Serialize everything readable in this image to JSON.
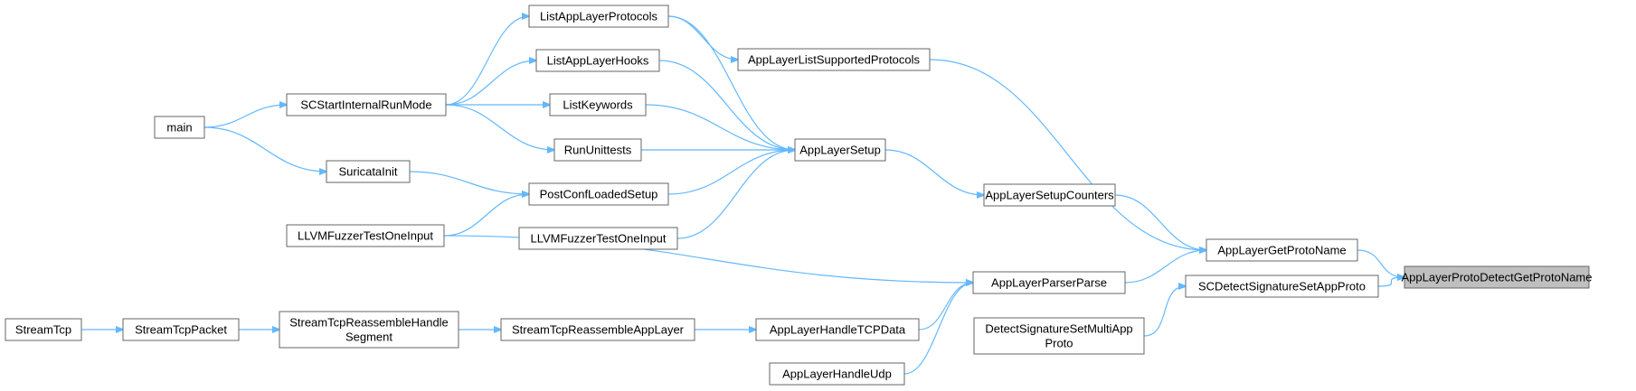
{
  "diagram": {
    "type": "call-graph",
    "colors": {
      "edge": "#63b8ff",
      "node_border": "#666666",
      "root_fill": "#bfbfbf",
      "node_fill": "#ffffff"
    },
    "nodes": [
      {
        "id": "n0",
        "label": "AppLayerProtoDetectGetProtoName",
        "root": true
      },
      {
        "id": "n1",
        "label": "AppLayerGetProtoName"
      },
      {
        "id": "n2",
        "label": "SCDetectSignatureSetAppProto"
      },
      {
        "id": "n3",
        "label": "AppLayerListSupportedProtocols"
      },
      {
        "id": "n4",
        "label": "AppLayerSetupCounters"
      },
      {
        "id": "n5",
        "label": "AppLayerParserParse"
      },
      {
        "id": "n6",
        "label": "DetectSignatureSetMultiApp\nProto"
      },
      {
        "id": "n7",
        "label": "ListAppLayerProtocols"
      },
      {
        "id": "n8",
        "label": "AppLayerSetup"
      },
      {
        "id": "n9",
        "label": "LLVMFuzzerTestOneInput"
      },
      {
        "id": "n10",
        "label": "AppLayerHandleTCPData"
      },
      {
        "id": "n11",
        "label": "AppLayerHandleUdp"
      },
      {
        "id": "n12",
        "label": "SCStartInternalRunMode"
      },
      {
        "id": "n13",
        "label": "ListAppLayerHooks"
      },
      {
        "id": "n14",
        "label": "ListKeywords"
      },
      {
        "id": "n15",
        "label": "RunUnittests"
      },
      {
        "id": "n16",
        "label": "PostConfLoadedSetup"
      },
      {
        "id": "n17",
        "label": "LLVMFuzzerTestOneInput"
      },
      {
        "id": "n18",
        "label": "StreamTcpReassembleAppLayer"
      },
      {
        "id": "n19",
        "label": "main"
      },
      {
        "id": "n20",
        "label": "SuricataInit"
      },
      {
        "id": "n21",
        "label": "StreamTcpReassembleHandle\nSegment"
      },
      {
        "id": "n22",
        "label": "StreamTcpPacket"
      },
      {
        "id": "n23",
        "label": "StreamTcp"
      }
    ],
    "edges": [
      {
        "from": "n1",
        "to": "n0"
      },
      {
        "from": "n2",
        "to": "n0"
      },
      {
        "from": "n3",
        "to": "n1"
      },
      {
        "from": "n4",
        "to": "n1"
      },
      {
        "from": "n5",
        "to": "n1"
      },
      {
        "from": "n6",
        "to": "n2"
      },
      {
        "from": "n7",
        "to": "n3"
      },
      {
        "from": "n8",
        "to": "n4"
      },
      {
        "from": "n9",
        "to": "n5"
      },
      {
        "from": "n10",
        "to": "n5"
      },
      {
        "from": "n11",
        "to": "n5"
      },
      {
        "from": "n7",
        "to": "n8"
      },
      {
        "from": "n13",
        "to": "n8"
      },
      {
        "from": "n14",
        "to": "n8"
      },
      {
        "from": "n15",
        "to": "n8"
      },
      {
        "from": "n16",
        "to": "n8"
      },
      {
        "from": "n17",
        "to": "n8"
      },
      {
        "from": "n18",
        "to": "n10"
      },
      {
        "from": "n12",
        "to": "n7"
      },
      {
        "from": "n12",
        "to": "n13"
      },
      {
        "from": "n12",
        "to": "n14"
      },
      {
        "from": "n12",
        "to": "n15"
      },
      {
        "from": "n20",
        "to": "n16"
      },
      {
        "from": "n9",
        "to": "n16"
      },
      {
        "from": "n21",
        "to": "n18"
      },
      {
        "from": "n19",
        "to": "n12"
      },
      {
        "from": "n19",
        "to": "n20"
      },
      {
        "from": "n22",
        "to": "n21"
      },
      {
        "from": "n23",
        "to": "n22"
      }
    ]
  }
}
